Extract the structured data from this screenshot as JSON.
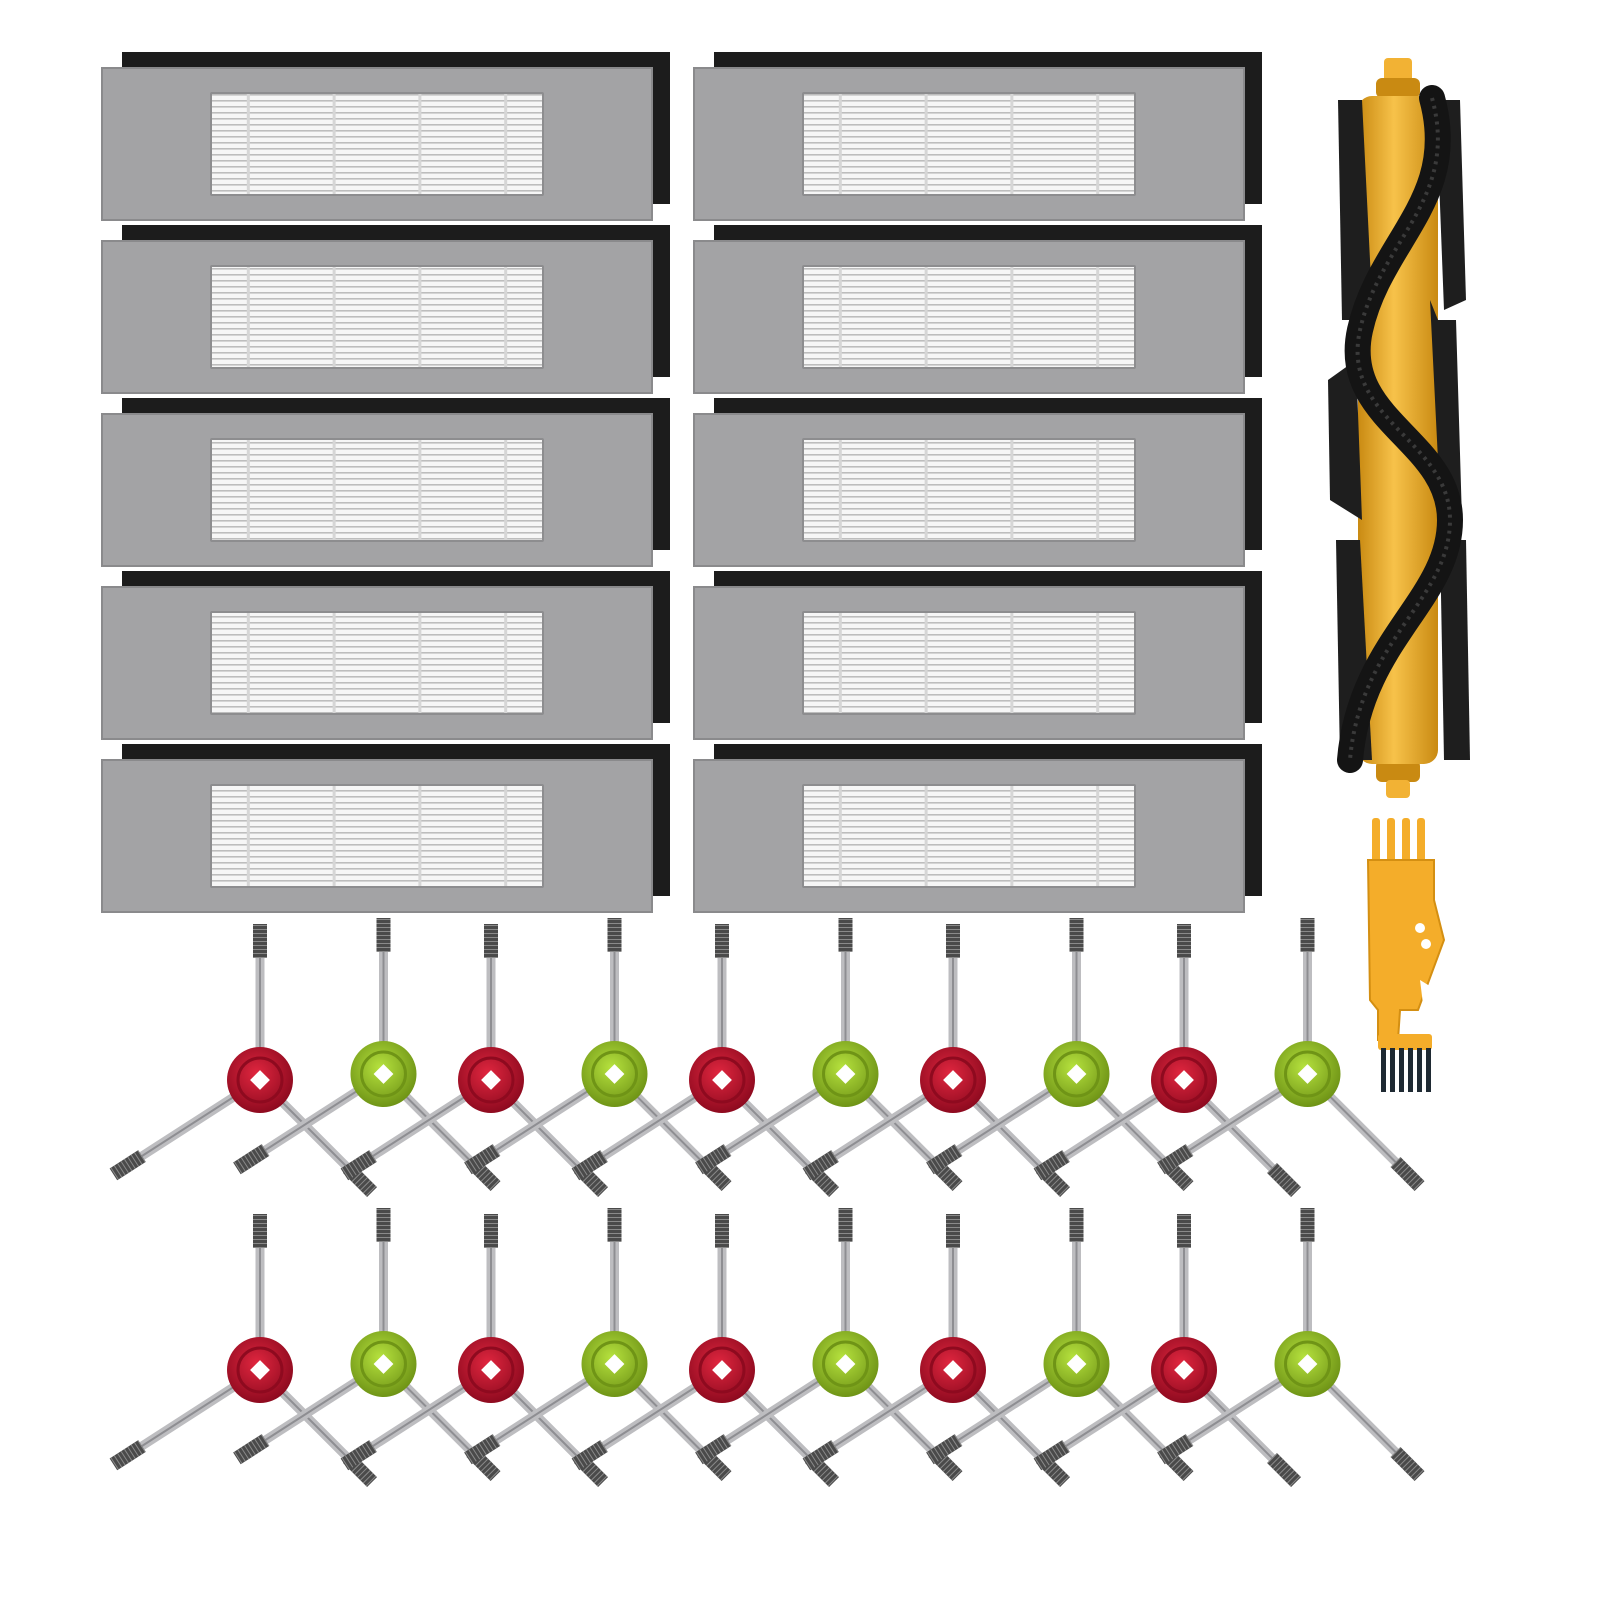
{
  "product": {
    "filter_count": 10,
    "main_brush_count": 1,
    "cleaning_tool_count": 1,
    "side_brush_count": 20,
    "side_brush_colors": [
      "red",
      "green"
    ]
  },
  "colors": {
    "background": "#ffffff",
    "filter_frame": "#a3a3a5",
    "filter_frame_edge": "#8a8a8c",
    "filter_sponge": "#1c1c1c",
    "filter_media": "#f4f4f4",
    "filter_pleat": "#b8b8b8",
    "brush_core": "#f2b234",
    "brush_core_dark": "#c98a12",
    "brush_bristle": "#141414",
    "brush_flap": "#1e1e1e",
    "tool_body": "#f4ad2a",
    "tool_bristle": "#1f2a33",
    "side_hub_red": "#c8102e",
    "side_hub_red_dark": "#8e0a1f",
    "side_hub_green": "#9ccc2c",
    "side_hub_green_dark": "#6f9416",
    "side_arm": "#bdbdc0",
    "side_bristle": "#4a4a4a"
  }
}
